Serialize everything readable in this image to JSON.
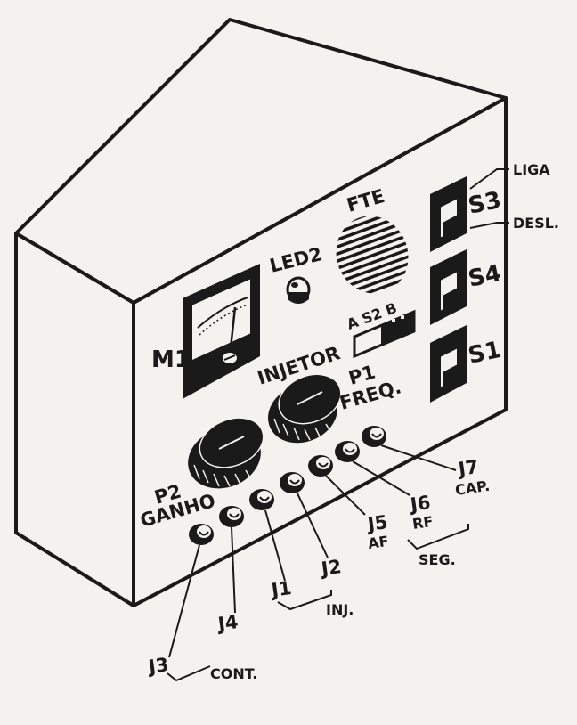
{
  "labels": {
    "m1": "M1",
    "led2": "LED2",
    "fte": "FTE",
    "s2": "A  S2  B",
    "s3": "S3",
    "s4": "S4",
    "s1": "S1",
    "liga": "LIGA",
    "desl": "DESL.",
    "injetor": "INJETOR",
    "p1": "P1",
    "freq": "FREQ.",
    "p2": "P2",
    "ganho": "GANHO",
    "j1": "J1",
    "j2": "J2",
    "j3": "J3",
    "j4": "J4",
    "j5": "J5",
    "af": "AF",
    "j6": "J6",
    "rf": "RF",
    "j7": "J7",
    "cap": "CAP.",
    "inj": "INJ.",
    "seg": "SEG.",
    "cont": "CONT."
  },
  "colors": {
    "ink": "#1a1a1a",
    "paper": "#f4f2ee"
  }
}
